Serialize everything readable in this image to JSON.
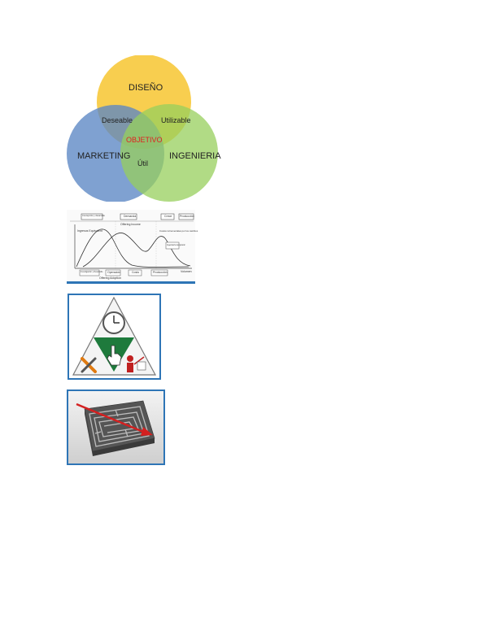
{
  "venn": {
    "design": "DISEÑO",
    "marketing": "MARKETING",
    "engineering": "INGENIERIA",
    "desirable": "Deseable",
    "usable": "Utilizable",
    "useful": "Útil",
    "objective": "OBJETIVO",
    "colors": {
      "design": "#f7c530",
      "marketing": "#5b86c4",
      "engineering": "#97cf5c",
      "objective": "#e02020"
    }
  },
  "curve_chart": {
    "header_boxes": [
      "Concepción y desarrollo",
      "Demanda",
      "Crece",
      "Producción"
    ],
    "curve_title": "Offering Income",
    "left_label": "Ingresos Equivalent",
    "right_label": "Costos incrementales por los cambios",
    "right_box": "Ingeniería temporal",
    "bottom_boxes": [
      "Investigación y Desarrollo",
      "Operación",
      "Costo",
      "Producción"
    ],
    "bottom_title": "Offering Adoption",
    "axis_right": "Volumen",
    "border_color": "#2e75b6"
  },
  "icons": {
    "triangle": "time-usability-triangle-icon",
    "maze": "maze-arrow-icon"
  }
}
